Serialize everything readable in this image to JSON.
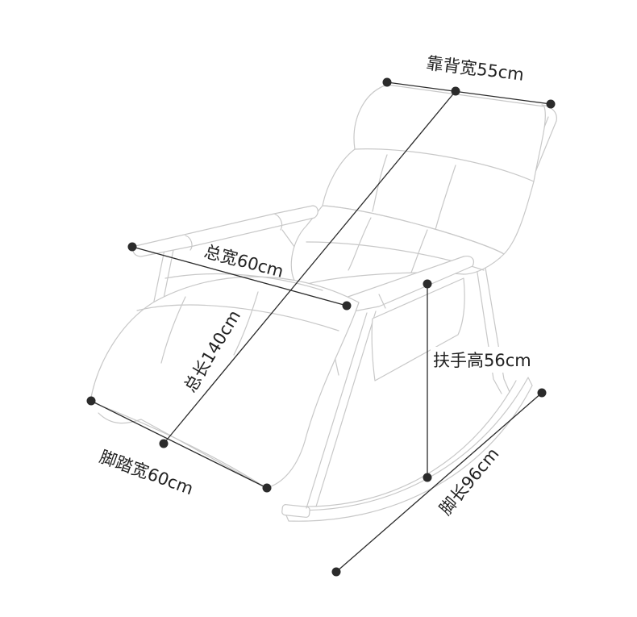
{
  "colors": {
    "outline": "#c8c8c8",
    "dimension": "#2b2b2b",
    "text": "#222222",
    "background": "#ffffff"
  },
  "labels": {
    "backrest_width": "靠背宽55cm",
    "total_width": "总宽60cm",
    "total_length": "总长140cm",
    "armrest_height": "扶手高56cm",
    "footrest_width": "脚踏宽60cm",
    "base_length": "脚长96cm"
  }
}
